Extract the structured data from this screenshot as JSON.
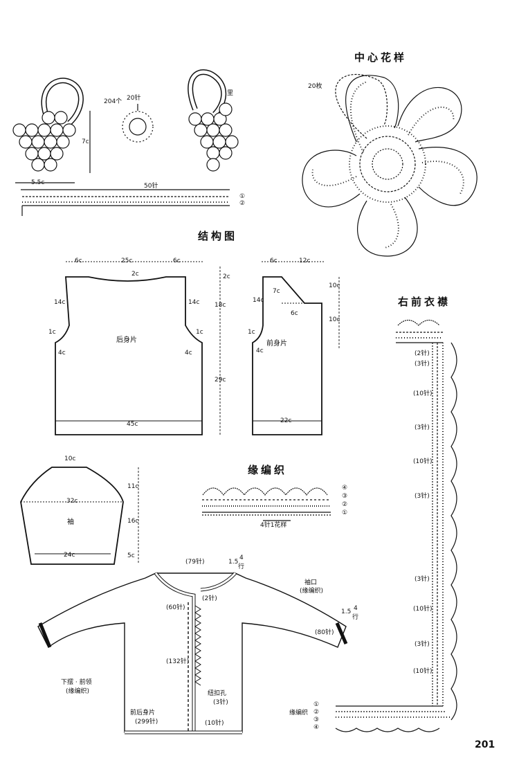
{
  "titles": {
    "center_motif": "中心花样",
    "structure": "结构图",
    "edging": "缘编织",
    "right_band": "右前衣襟"
  },
  "grapes": {
    "count": "204个",
    "stitches": "20针",
    "back": "里",
    "width": "5.5c",
    "height": "7c",
    "chain": "50针",
    "r1": "①",
    "r2": "②"
  },
  "motif": {
    "count": "20枚"
  },
  "back_piece": {
    "label": "后身片",
    "shoulder_left": "6c",
    "neck": "25c",
    "shoulder_right": "6c",
    "neck_depth": "2c",
    "armhole_left": "14c",
    "armhole_right": "14c",
    "underarm_left_1": "1c",
    "underarm_left_2": "4c",
    "underarm_right_1": "1c",
    "underarm_right_2": "4c",
    "width": "45c",
    "h_top": "2c",
    "h_mid": "18c",
    "h_body": "29c"
  },
  "front_piece": {
    "label": "前身片",
    "shoulder": "6c",
    "neck": "12c",
    "diag": "7c",
    "neck_bottom": "6c",
    "armhole": "14c",
    "underarm_1": "1c",
    "underarm_2": "4c",
    "width": "22c",
    "v1": "10c",
    "v2": "10c"
  },
  "sleeve": {
    "label": "袖",
    "top": "10c",
    "mid": "32c",
    "bottom": "24c",
    "h1": "11c",
    "h2": "16c",
    "h3": "5c"
  },
  "edging_chart": {
    "repeat": "4针1花样",
    "r1": "①",
    "r2": "②",
    "r3": "③",
    "r4": "④"
  },
  "assembly": {
    "neck_stitches": "(79针)",
    "row_height_left": "1.5",
    "row_frac_left": "4",
    "row_unit_left": "行",
    "cuff_label": "袖口",
    "cuff_note": "(缘编织)",
    "row_height_right": "1.5",
    "row_frac_right": "4",
    "row_unit_right": "行",
    "cuff_stitches": "(80针)",
    "s2": "(2针)",
    "s60": "(60针)",
    "s132": "(132针)",
    "buttonhole": "纽扣孔",
    "buttonhole_n": "(3针)",
    "hem_label": "下摆 · 前领",
    "hem_note": "(缘编织)",
    "body_label": "前后身片",
    "body_stitches": "(299针)",
    "s10": "(10针)"
  },
  "band": {
    "counts": [
      "(2针)",
      "(3针)",
      "(10针)",
      "(3针)",
      "(10针)",
      "(3针)",
      "(3针)",
      "(10针)",
      "(3针)",
      "(10针)"
    ],
    "edging_label": "缘编织",
    "r1": "①",
    "r2": "②",
    "r3": "③",
    "r4": "④"
  },
  "page_number": "201"
}
